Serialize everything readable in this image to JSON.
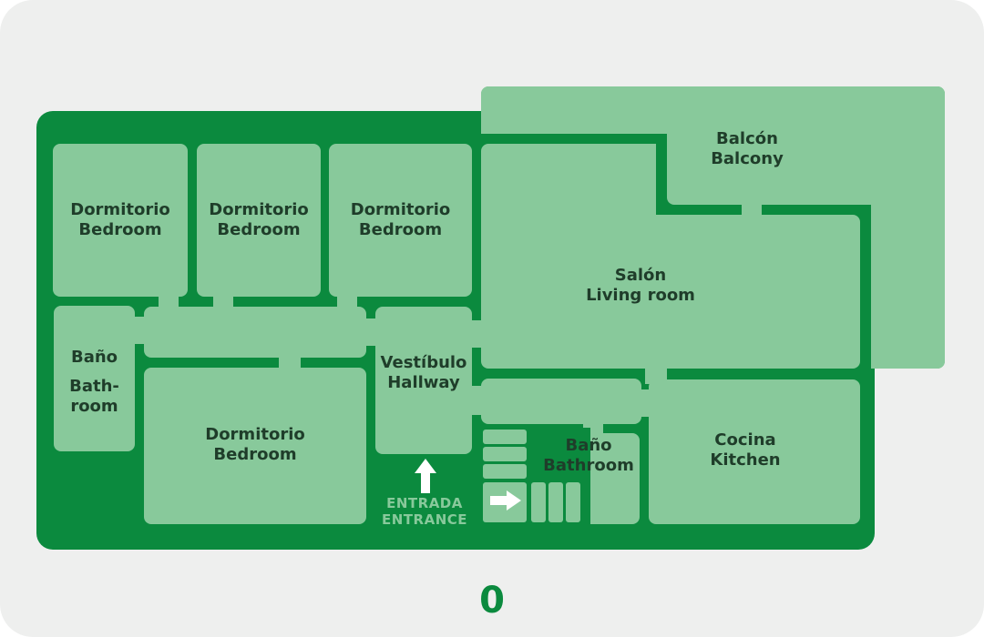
{
  "colors": {
    "background": "#eeefee",
    "wall": "#0b8a3e",
    "room": "#88c99b",
    "text": "#1f3d2a",
    "accent": "#0b8a3e"
  },
  "rooms": {
    "bedroom1": {
      "es": "Dormitorio",
      "en": "Bedroom"
    },
    "bedroom2": {
      "es": "Dormitorio",
      "en": "Bedroom"
    },
    "bedroom3": {
      "es": "Dormitorio",
      "en": "Bedroom"
    },
    "bedroom4": {
      "es": "Dormitorio",
      "en": "Bedroom"
    },
    "bathroom1": {
      "es": "Baño",
      "en1": "Bath-",
      "en2": "room"
    },
    "hallway": {
      "es": "Vestíbulo",
      "en": "Hallway"
    },
    "living": {
      "es": "Salón",
      "en": "Living room"
    },
    "balcony": {
      "es": "Balcón",
      "en": "Balcony"
    },
    "bathroom2": {
      "es": "Baño",
      "en": "Bathroom"
    },
    "kitchen": {
      "es": "Cocina",
      "en": "Kitchen"
    }
  },
  "entrance": {
    "es": "ENTRADA",
    "en": "ENTRANCE",
    "icon": "arrow-up-icon"
  },
  "stairs": {
    "icon": "arrow-right-icon"
  },
  "floor": "0"
}
